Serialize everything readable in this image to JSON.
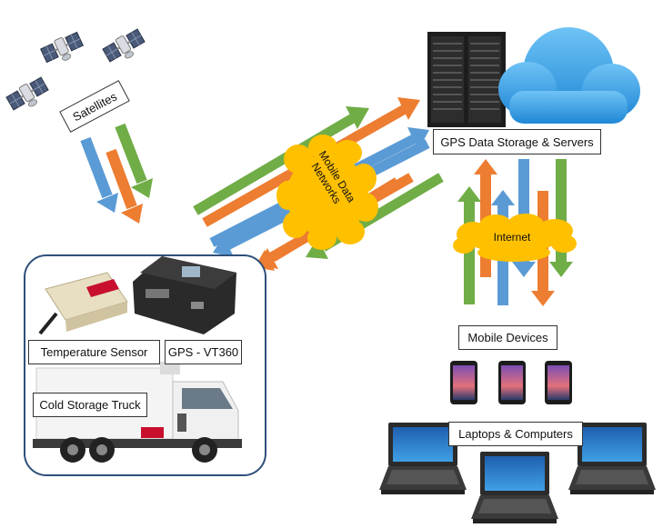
{
  "labels": {
    "satellites": "Satellites",
    "gps_data_storage": "GPS Data Storage & Servers",
    "mobile_data_networks_line1": "Mobile Data",
    "mobile_data_networks_line2": "Networks",
    "internet": "Internet",
    "mobile_devices": "Mobile Devices",
    "laptops_computers": "Laptops & Computers",
    "temperature_sensor": "Temperature Sensor",
    "gps_vt360": "GPS - VT360",
    "cold_storage_truck": "Cold Storage Truck"
  },
  "colors": {
    "arrow_blue": "#5b9bd5",
    "arrow_orange": "#ed7d31",
    "arrow_green": "#70ad47",
    "cloud_yellow": "#ffc000",
    "storage_cloud_blue": "#2e9be6",
    "truck_box_border": "#2e4f7a"
  },
  "icons": [
    "satellite-icon",
    "server-rack-icon",
    "cloud-icon",
    "smartphone-icon",
    "laptop-icon",
    "truck-icon",
    "temperature-sensor-icon",
    "gps-tracker-icon"
  ]
}
